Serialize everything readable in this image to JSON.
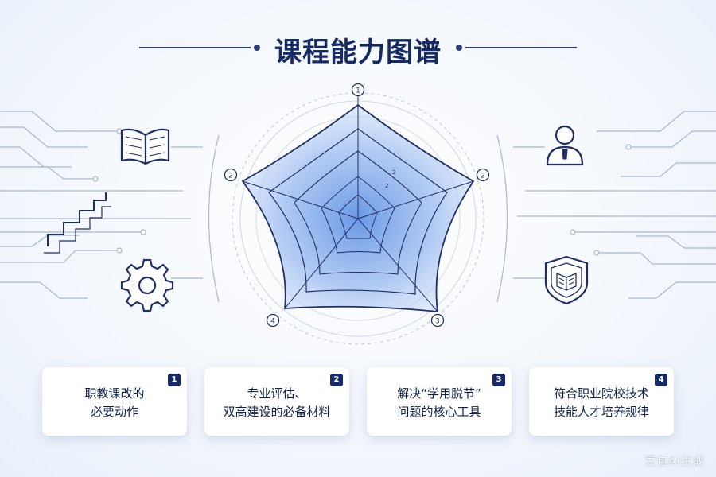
{
  "title": "课程能力图谱",
  "radar": {
    "axis_labels": [
      "1",
      "2",
      "2",
      "4",
      "3"
    ],
    "inner_labels": [
      "2",
      "2"
    ]
  },
  "icons": [
    "book-icon",
    "gear-icon",
    "user-icon",
    "shield-icon"
  ],
  "cards": [
    {
      "badge": "1",
      "line1": "职教课改的",
      "line2": "必要动作"
    },
    {
      "badge": "2",
      "line1": "专业评估、",
      "line2": "双高建设的必备材料"
    },
    {
      "badge": "3",
      "line1": "解决“学用脱节”",
      "line2": "问题的核心工具"
    },
    {
      "badge": "4",
      "line1": "符合职业院校技术",
      "line2": "技能人才培养规律"
    }
  ],
  "watermark": "豆包AI生成",
  "colors": {
    "navy": "#152a66",
    "blue": "#4f86e0",
    "accent": "#1b2a5c"
  }
}
